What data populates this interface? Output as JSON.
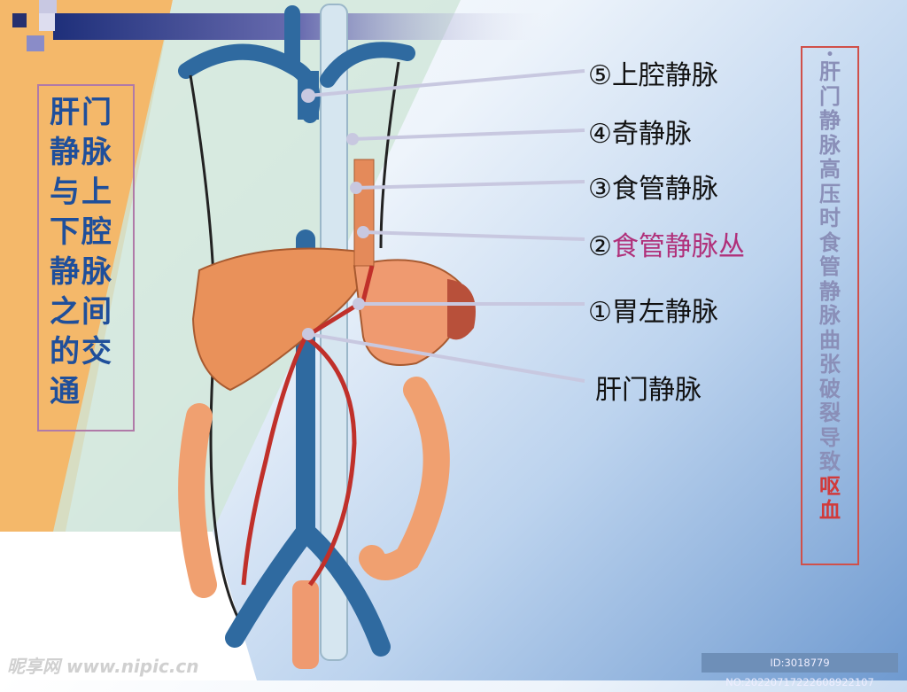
{
  "title_box": {
    "lines": [
      "肝门",
      "静脉",
      "与上",
      "下腔",
      "静脉",
      "之间",
      "的交",
      "通"
    ]
  },
  "labels": [
    {
      "num": "⑤",
      "text": "上腔静脉"
    },
    {
      "num": "④",
      "text": "奇静脉"
    },
    {
      "num": "③",
      "text": "食管静脉"
    },
    {
      "num": "②",
      "text": "食管静脉丛"
    },
    {
      "num": "①",
      "text": "胃左静脉"
    },
    {
      "num": "",
      "text": "肝门静脉"
    }
  ],
  "side_note": {
    "bullet": "•",
    "chars": [
      "肝",
      "门",
      "静",
      "脉",
      "高",
      "压",
      "时",
      "食",
      "管",
      "静",
      "脉",
      "曲",
      "张",
      "破",
      "裂",
      "导",
      "致"
    ],
    "highlight": [
      "呕",
      "血"
    ]
  },
  "watermark": "昵享网 www.nipic.cn",
  "id_tag": "ID:3018779 NO:20220717222608922107",
  "colors": {
    "vein": "#2f6aa0",
    "artery": "#c0302a",
    "organ": "#e9915a",
    "title": "#1f4f9b",
    "highlight": "#d13a3a"
  }
}
